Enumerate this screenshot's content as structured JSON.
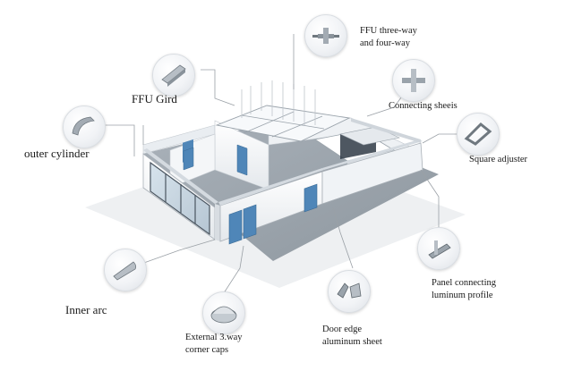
{
  "parts": [
    {
      "id": "ffu-three-way",
      "lines": [
        "FFU three-way",
        "and four-way"
      ],
      "icon": "ffu-joint-icon"
    },
    {
      "id": "ffu-gird",
      "lines": [
        "FFU Gird"
      ],
      "icon": "ffu-grid-profile-icon"
    },
    {
      "id": "connecting-sheets",
      "lines": [
        "Connecting sheeis"
      ],
      "icon": "cross-connector-icon"
    },
    {
      "id": "outer-cylinder",
      "lines": [
        "outer cylinder"
      ],
      "icon": "outer-cylinder-icon"
    },
    {
      "id": "square-adjuster",
      "lines": [
        "Square adjuster"
      ],
      "icon": "square-adjuster-icon"
    },
    {
      "id": "panel-connecting",
      "lines": [
        "Panel connecting",
        "luminum profile"
      ],
      "icon": "panel-profile-icon"
    },
    {
      "id": "inner-arc",
      "lines": [
        "Inner arc"
      ],
      "icon": "inner-arc-icon"
    },
    {
      "id": "external-caps",
      "lines": [
        "External 3.way",
        "corner caps"
      ],
      "icon": "corner-cap-icon"
    },
    {
      "id": "door-edge",
      "lines": [
        "Door edge",
        "aluminum sheet"
      ],
      "icon": "door-edge-icon"
    }
  ],
  "colors": {
    "door": "#4f86b8",
    "wall": "#f2f4f6",
    "floor": "#9ea7b0",
    "line": "#9aa0a6"
  }
}
